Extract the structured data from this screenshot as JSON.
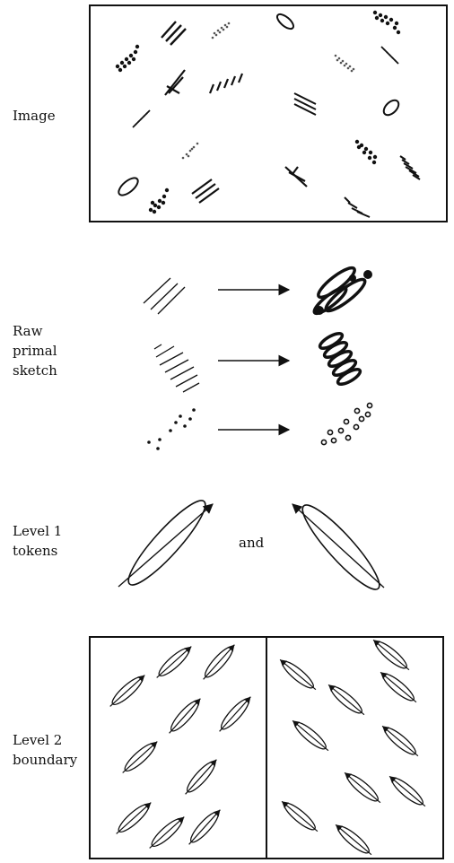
{
  "labels": {
    "image": "Image",
    "raw_primal_sketch": [
      "Raw",
      "primal",
      "sketch"
    ],
    "level1_tokens": [
      "Level 1",
      "tokens"
    ],
    "and": "and",
    "level2_boundary": [
      "Level 2",
      "boundary"
    ]
  },
  "panels": {
    "image": "texture image with many small tokens: dot clusters, bar groups, ellipses",
    "raw_primal_sketch": "three transformations: parallel lines, bar group, dot cluster",
    "level1_tokens": "two oriented ellipse tokens with arrows",
    "level2_boundary": "two texture regions with differently oriented tokens separated by a boundary"
  }
}
